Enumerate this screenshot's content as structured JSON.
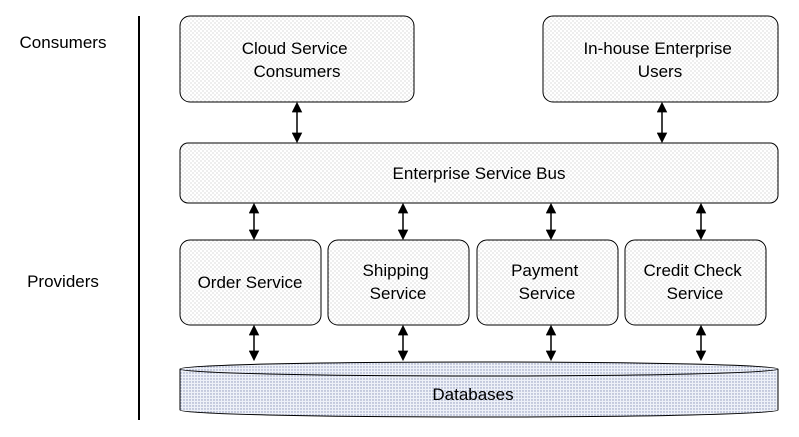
{
  "layers": {
    "consumers_label": "Consumers",
    "providers_label": "Providers"
  },
  "consumers": {
    "cloud": [
      "Cloud Service",
      "Consumers"
    ],
    "inhouse": [
      "In-house Enterprise",
      "Users"
    ]
  },
  "bus": {
    "label": "Enterprise Service Bus"
  },
  "services": {
    "order": [
      "Order Service"
    ],
    "shipping": [
      "Shipping",
      "Service"
    ],
    "payment": [
      "Payment",
      "Service"
    ],
    "credit": [
      "Credit Check",
      "Service"
    ]
  },
  "database": {
    "label": "Databases"
  }
}
